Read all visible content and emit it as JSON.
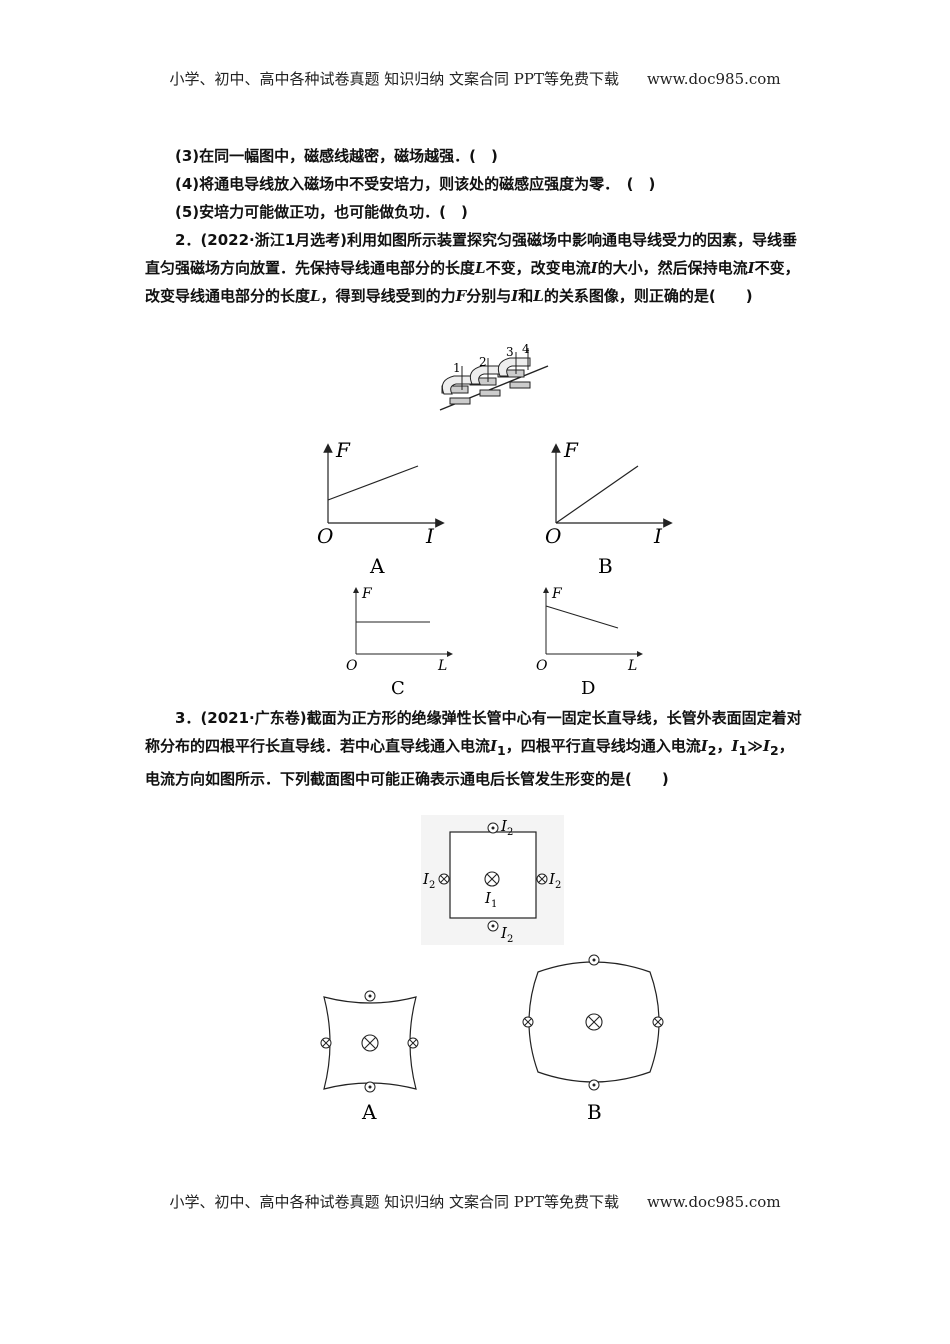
{
  "header": {
    "left": "小学、初中、高中各种试卷真题 知识归纳 文案合同 PPT等免费下载",
    "right": "www.doc985.com"
  },
  "footer": {
    "left": "小学、初中、高中各种试卷真题 知识归纳 文案合同 PPT等免费下载",
    "right": "www.doc985.com"
  },
  "statements": [
    "(3)在同一幅图中，磁感线越密，磁场越强．(　)",
    "(4)将通电导线放入磁场中不受安培力，则该处的磁感应强度为零．　(　)",
    "(5)安培力可能做正功，也可能做负功．(　)"
  ],
  "q2": {
    "num": "2．",
    "src": "(2022·浙江1月选考)",
    "t1": "利用如图所示装置探究匀强磁场中影响通电导线受力的因素，导线垂直匀强磁场方向放置．先保持导线通电部分的长度",
    "L": "L",
    "t2": "不变，改变电流",
    "I": "I",
    "t3": "的大小，然后保持电流",
    "t4": "不变，改变导线通电部分的长度",
    "t5": "，得到导线受到的力",
    "F": "F",
    "t6": "分别与",
    "t7": "和",
    "t8": "的关系图像，则正确的是(　　)",
    "apparatus_labels": [
      "1",
      "2",
      "3",
      "4"
    ],
    "graphs": [
      {
        "letter": "A",
        "y_label": "F",
        "x_label": "I",
        "origin": "O"
      },
      {
        "letter": "B",
        "y_label": "F",
        "x_label": "I",
        "origin": "O"
      },
      {
        "letter": "C",
        "y_label": "F",
        "x_label": "L",
        "origin": "O"
      },
      {
        "letter": "D",
        "y_label": "F",
        "x_label": "L",
        "origin": "O"
      }
    ]
  },
  "q3": {
    "num": "3．",
    "src": "(2021·广东卷)",
    "t1": "截面为正方形的绝缘弹性长管中心有一固定长直导线，长管外表面固定着对称分布的四根平行长直导线．若中心直导线通入电流",
    "I1": "I",
    "sub1": "1",
    "t2": "，四根平行直导线均通入电流",
    "I2": "I",
    "sub2": "2",
    "t3": "，",
    "rel": "≫",
    "t4": "，电流方向如图所示．下列截面图中可能正确表示通电后长管发生形变的是(　　)",
    "fig_I": "I",
    "fig_sub1": "1",
    "fig_sub2": "2",
    "options": [
      "A",
      "B"
    ]
  }
}
